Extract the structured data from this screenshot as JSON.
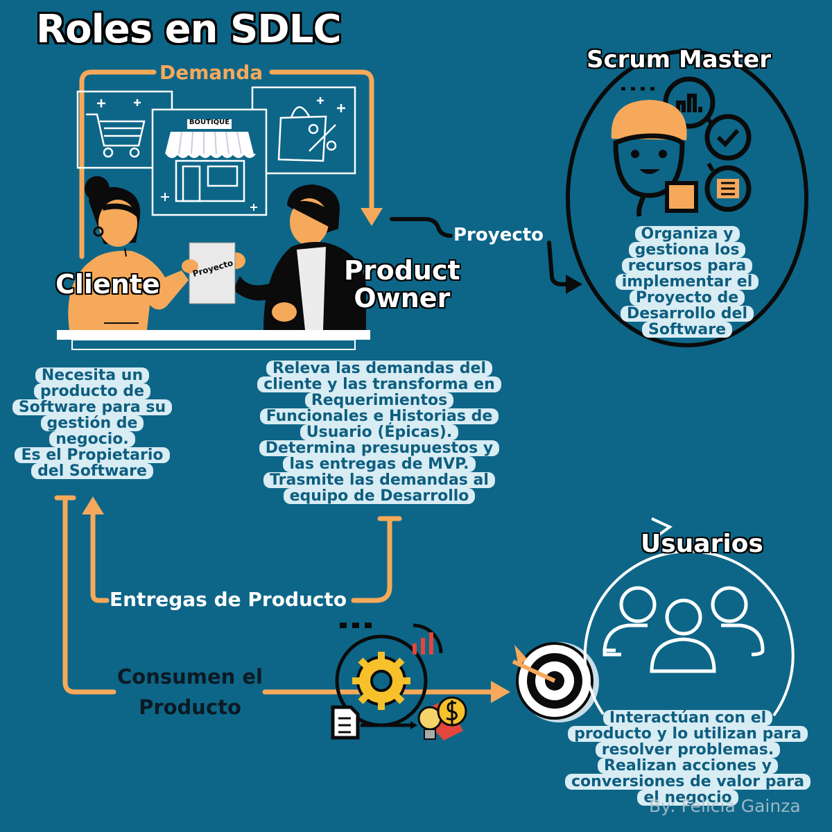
{
  "title": "Roles en SDLC",
  "roles": {
    "cliente": "Cliente",
    "product_owner": [
      "Product",
      "Owner"
    ],
    "scrum_master": "Scrum Master",
    "usuarios": "Usuarios"
  },
  "flows": {
    "demanda": "Demanda",
    "proyecto": "Proyecto",
    "entregas": "Entregas  de Producto",
    "consumen": [
      "Consumen el",
      "Producto"
    ]
  },
  "illustration": {
    "store_sign": "BOUTIQUE",
    "paper_label": "Proyecto"
  },
  "notes": {
    "cliente": [
      "Necesita un",
      "producto de",
      "Software para su",
      "gestión de",
      "negocio.",
      "Es el Propietario",
      "del Software"
    ],
    "product_owner": [
      "Releva las demandas del",
      "cliente y las transforma en",
      "Requerimientos",
      "Funcionales e Historias de",
      "Usuario (Épicas).",
      "Determina presupuestos y",
      "las entregas de MVP.",
      "Trasmite las demandas al",
      "equipo de Desarrollo"
    ],
    "scrum_master": [
      "Organiza y",
      "gestiona los",
      "recursos para",
      "implementar el",
      "Proyecto de",
      "Desarrollo del",
      "Software"
    ],
    "usuarios": [
      "Interactúan con el",
      "producto y lo utilizan para",
      "resolver problemas.",
      "Realizan acciones y",
      "conversiones de valor para",
      "el negocio"
    ]
  },
  "watermark": "By: Felicia Gainza",
  "colors": {
    "background": "#0d6688",
    "accent_orange": "#f6a95a",
    "note_fill": "#d8ecf3",
    "note_text": "#0d5e80"
  },
  "icons": [
    "shopping-cart-icon",
    "storefront-icon",
    "shopping-bag-icon",
    "chart-icon",
    "check-icon",
    "list-icon",
    "gear-icon",
    "target-icon",
    "users-icon",
    "document-icon",
    "lightbulb-icon",
    "coin-icon"
  ]
}
